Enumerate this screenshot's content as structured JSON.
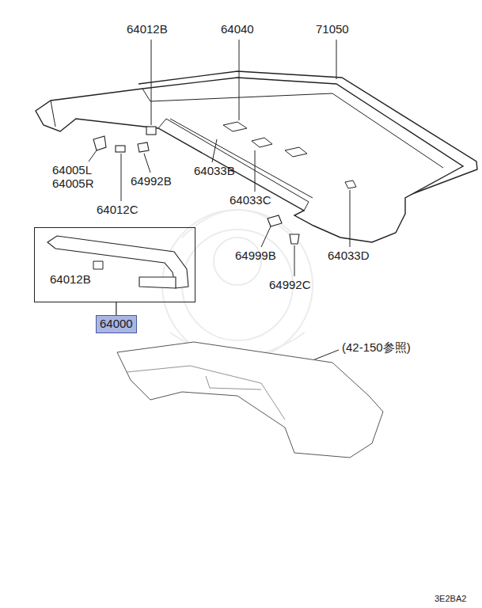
{
  "diagram": {
    "nodes": [
      {
        "text": [
          "64012B"
        ]
      },
      {
        "text": [
          "64000"
        ]
      }
    ],
    "edges": [
      {
        "from": 0,
        "to": 1,
        "arrow": "none"
      }
    ],
    "labels": [
      "64012B",
      "64040",
      "71050",
      "64005L",
      "64005R",
      "64992B",
      "64012C",
      "64033B",
      "64033C",
      "64999B",
      "64992C",
      "64033D",
      "(42-150参照)",
      "3E2BA2"
    ]
  }
}
